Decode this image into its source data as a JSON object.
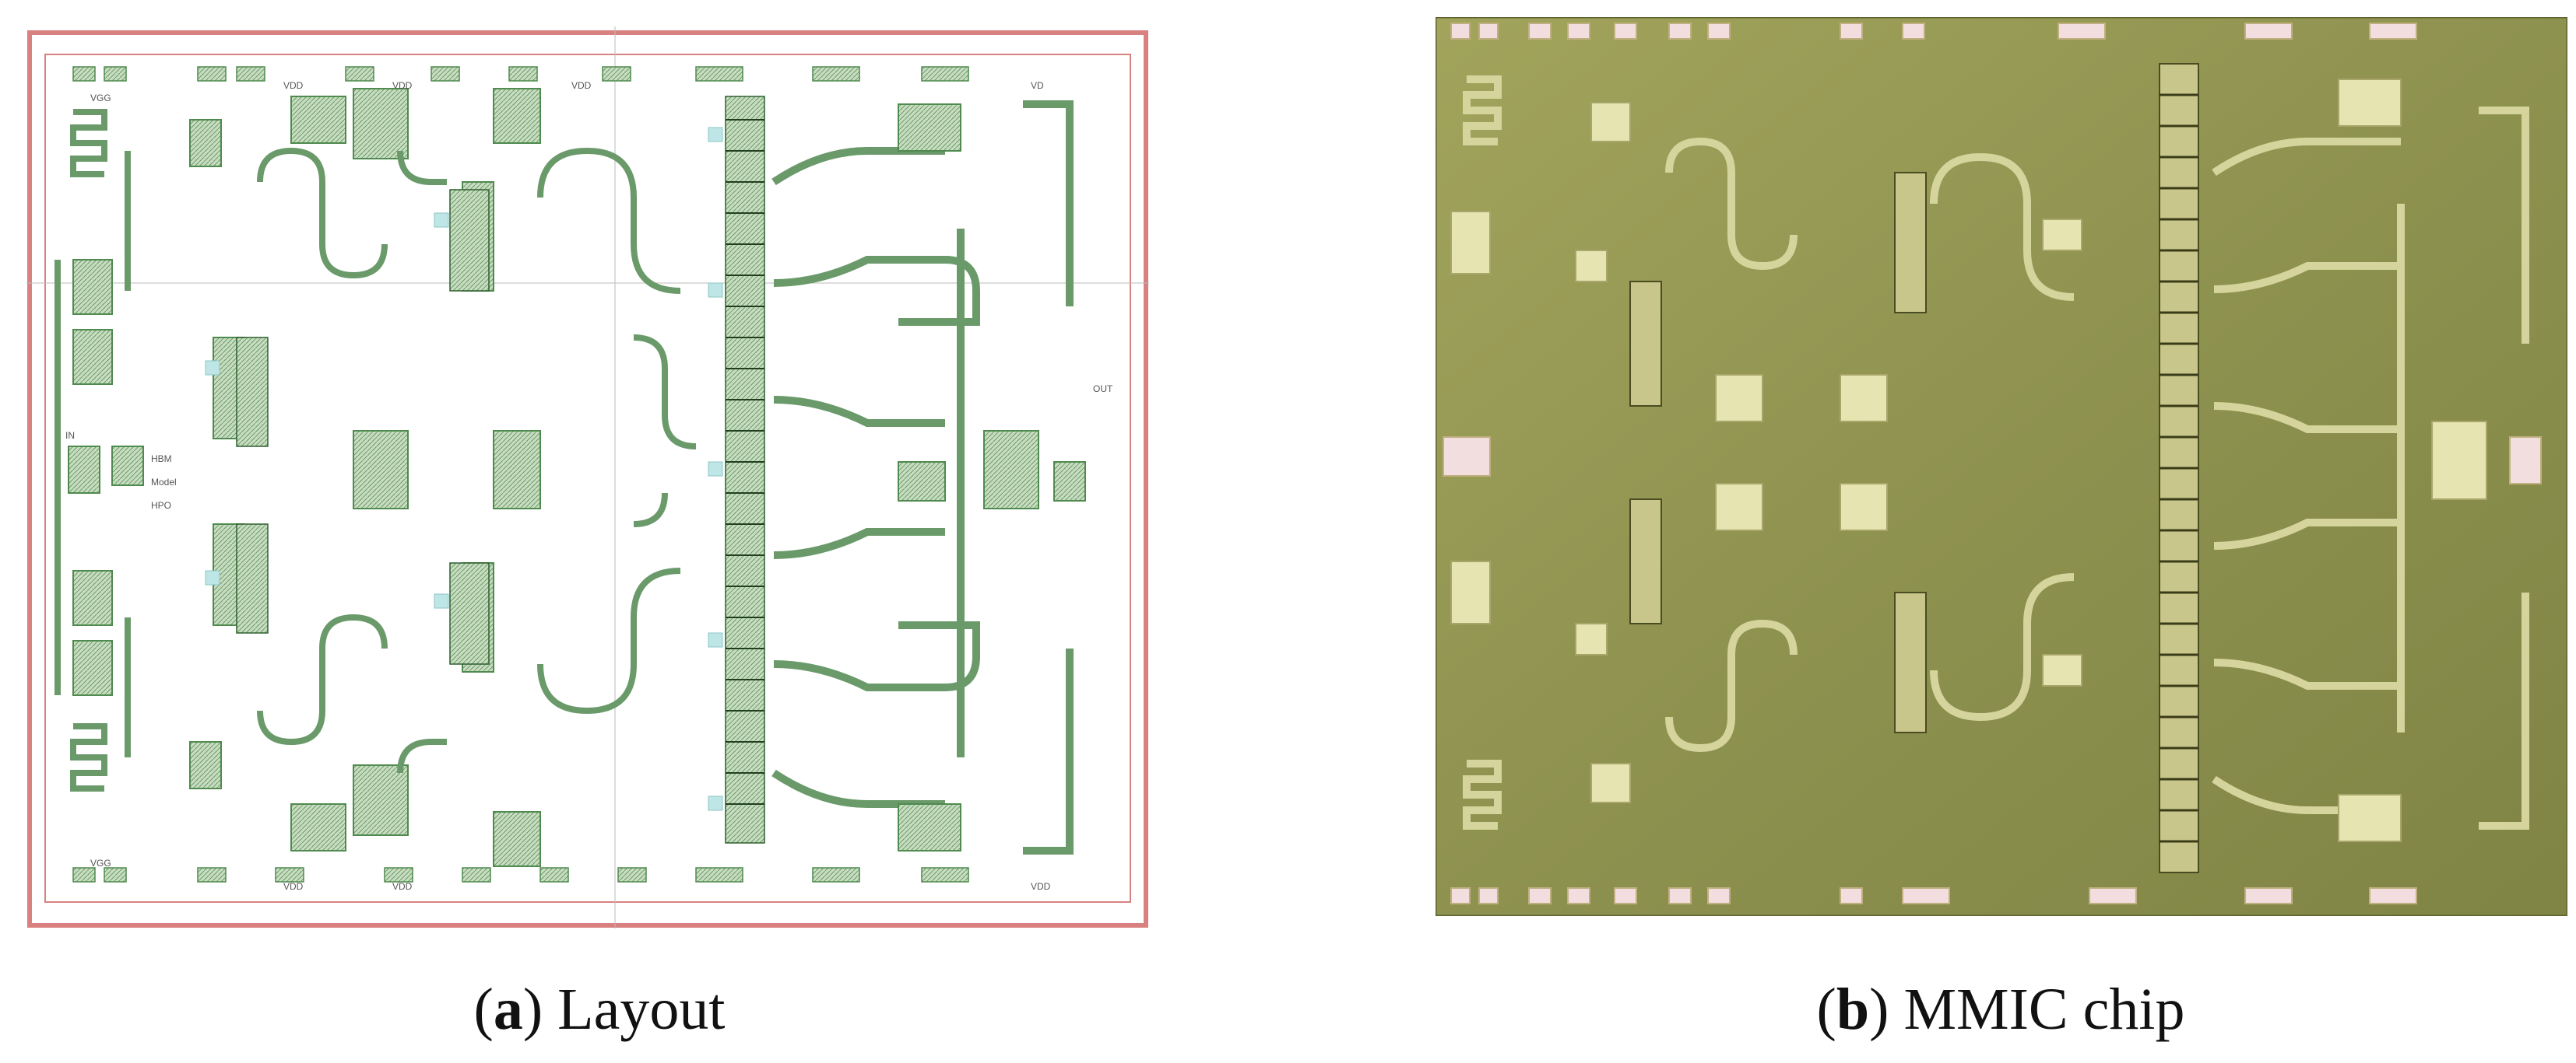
{
  "panels": [
    {
      "id": "a",
      "letter": "a",
      "caption": "Layout",
      "labels": {
        "vgg_tl": "VGG",
        "vdd_top1": "VDD",
        "vdd_top2": "VDD",
        "vdd_top3": "VDD",
        "vdd_right": "VD",
        "out": "OUT",
        "in": "IN",
        "center1": "HBM",
        "center2": "Model",
        "center3": "HPO",
        "vgg_bl": "VGG",
        "vdd_bot1": "VDD",
        "vdd_bot2": "VDD",
        "vdd_br": "VDD"
      },
      "colors": {
        "metal": "#b9d6b0",
        "metal_stroke": "#4f8a4f",
        "via": "#bfe6e6",
        "border": "#d98080"
      }
    },
    {
      "id": "b",
      "letter": "b",
      "caption": "MMIC chip",
      "colors": {
        "substrate": "#8f934f",
        "gold": "#d8d8a2",
        "pad": "#f2dede",
        "trace": "#c9c98e"
      }
    }
  ]
}
